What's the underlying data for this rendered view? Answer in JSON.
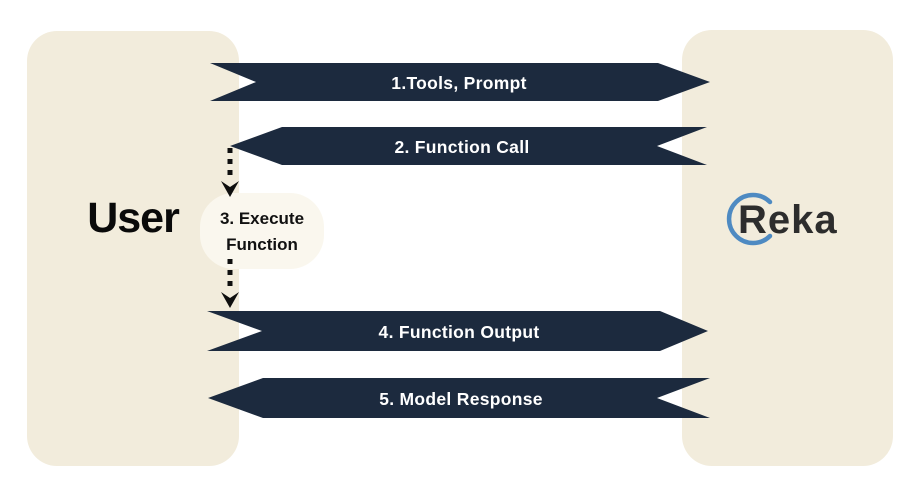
{
  "diagram": {
    "type": "sequence-flow",
    "actors": {
      "left": {
        "label": "User"
      },
      "right": {
        "label": "Reka",
        "logo_icon": "reka-ring-logo"
      }
    },
    "steps": [
      {
        "label": "1.Tools, Prompt",
        "direction": "right"
      },
      {
        "label": "2. Function Call",
        "direction": "left"
      },
      {
        "label_line1": "3. Execute",
        "label_line2": "Function",
        "direction": "down",
        "connector": "dotted-arrows"
      },
      {
        "label": "4. Function Output",
        "direction": "right"
      },
      {
        "label": "5. Model Response",
        "direction": "left"
      }
    ],
    "colors": {
      "background": "#ffffff",
      "panel": "#f2ecdc",
      "arrow": "#1c2a3e",
      "arrow_label": "#ffffff",
      "bubble": "#faf7ee",
      "text": "#111111",
      "logo_ring": "#4e8ac2",
      "logo_text": "#2d2d2d"
    }
  }
}
